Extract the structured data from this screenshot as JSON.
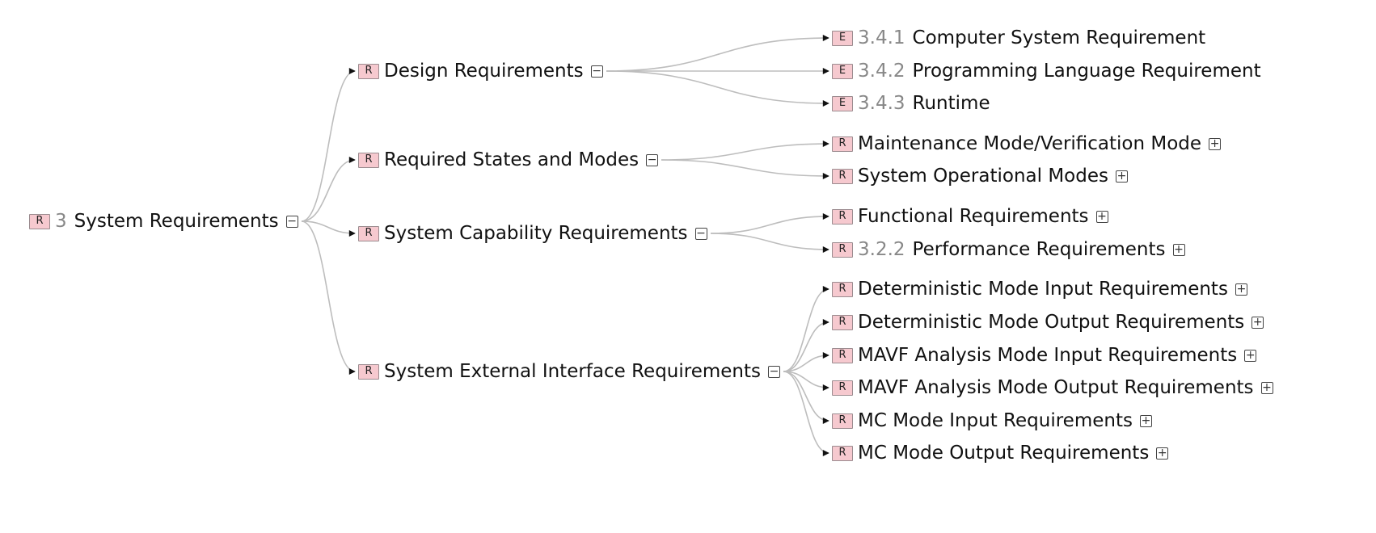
{
  "diagram": {
    "root": {
      "badge": "R",
      "number": "3",
      "label": "System Requirements",
      "toggle": "−"
    },
    "groups": [
      {
        "badge": "R",
        "label": "Design Requirements",
        "toggle": "−",
        "children": [
          {
            "badge": "E",
            "number": "3.4.1",
            "label": "Computer System Requirement",
            "toggle": ""
          },
          {
            "badge": "E",
            "number": "3.4.2",
            "label": "Programming Language Requirement",
            "toggle": ""
          },
          {
            "badge": "E",
            "number": "3.4.3",
            "label": "Runtime",
            "toggle": ""
          }
        ]
      },
      {
        "badge": "R",
        "label": "Required States and Modes",
        "toggle": "−",
        "children": [
          {
            "badge": "R",
            "number": "",
            "label": "Maintenance Mode/Verification Mode",
            "toggle": "+"
          },
          {
            "badge": "R",
            "number": "",
            "label": "System Operational Modes",
            "toggle": "+"
          }
        ]
      },
      {
        "badge": "R",
        "label": "System Capability Requirements",
        "toggle": "−",
        "children": [
          {
            "badge": "R",
            "number": "",
            "label": "Functional Requirements",
            "toggle": "+"
          },
          {
            "badge": "R",
            "number": "3.2.2",
            "label": "Performance Requirements",
            "toggle": "+"
          }
        ]
      },
      {
        "badge": "R",
        "label": "System External Interface Requirements",
        "toggle": "−",
        "children": [
          {
            "badge": "R",
            "number": "",
            "label": "Deterministic Mode Input Requirements",
            "toggle": "+"
          },
          {
            "badge": "R",
            "number": "",
            "label": "Deterministic Mode Output Requirements",
            "toggle": "+"
          },
          {
            "badge": "R",
            "number": "",
            "label": "MAVF Analysis Mode Input Requirements",
            "toggle": "+"
          },
          {
            "badge": "R",
            "number": "",
            "label": "MAVF Analysis Mode Output Requirements",
            "toggle": "+"
          },
          {
            "badge": "R",
            "number": "",
            "label": "MC Mode Input Requirements",
            "toggle": "+"
          },
          {
            "badge": "R",
            "number": "",
            "label": "MC Mode Output Requirements",
            "toggle": "+"
          }
        ]
      }
    ],
    "colors": {
      "badge_fill": "#f6c9cf",
      "edge": "#bdbdbd",
      "arrow": "#111111",
      "number": "#888888"
    }
  }
}
